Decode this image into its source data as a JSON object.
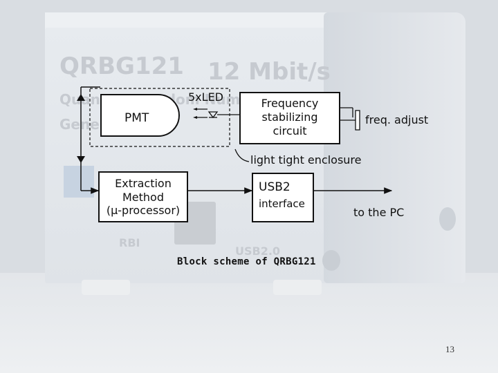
{
  "background": {
    "model_label": "QRBG121",
    "rate_label": "12 Mbit/s",
    "subtitle_line1": "Quantum Random Number",
    "subtitle_line2": "Generator",
    "port_label_left": "RBI",
    "port_label_right": "USB2.0"
  },
  "diagram": {
    "pmt": "PMT",
    "led": "5xLED",
    "freq_line1": "Frequency",
    "freq_line2": "stabilizing",
    "freq_line3": "circuit",
    "freq_adjust": "freq. adjust",
    "enclosure": "light tight enclosure",
    "extract_line1": "Extraction",
    "extract_line2": "Method",
    "extract_line3": "(μ-processor)",
    "usb_line1": "USB2",
    "usb_line2": "interface",
    "to_pc": "to the PC"
  },
  "caption": "Block scheme of QRBG121",
  "page_number": "13"
}
